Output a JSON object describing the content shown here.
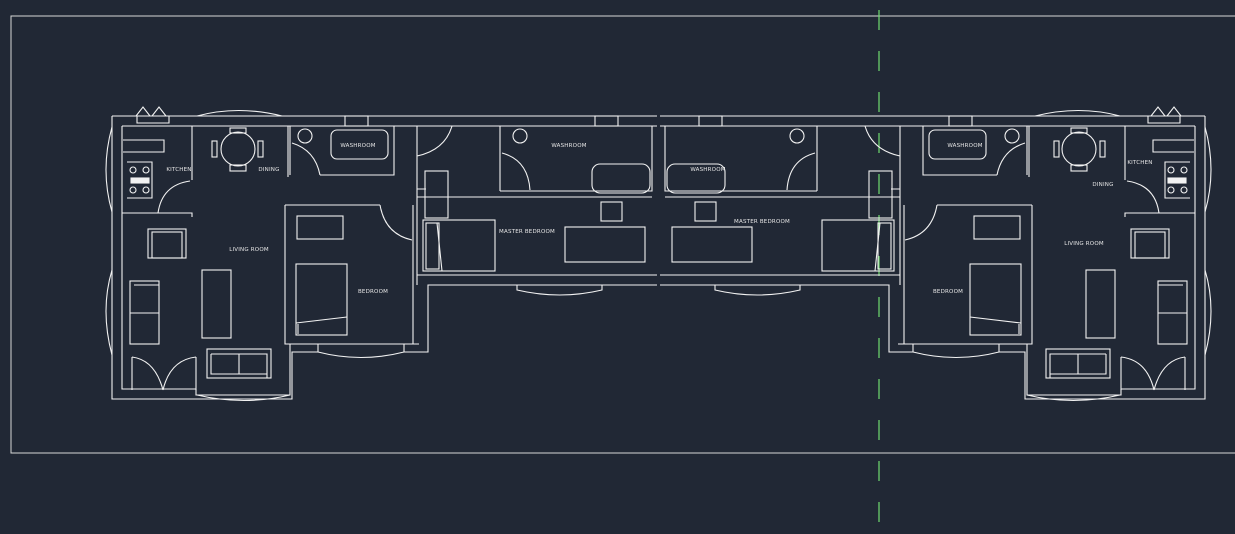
{
  "colors": {
    "background": "#212835",
    "lines": "#f2f2f2",
    "centerline": "#6fdc6f"
  },
  "rooms_left": {
    "kitchen": "KITCHEN",
    "dining": "DINING",
    "washroom": "WASHROOM",
    "living": "LIVING ROOM",
    "bedroom": "BEDROOM",
    "master_washroom": "WASHROOM",
    "master_bedroom": "MASTER BEDROOM"
  },
  "rooms_right": {
    "kitchen": "KITCHEN",
    "dining": "DINING",
    "washroom": "WASHROOM",
    "living": "LIVING ROOM",
    "bedroom": "BEDROOM",
    "master_washroom": "WASHROOM",
    "master_bedroom": "MASTER BEDROOM"
  }
}
